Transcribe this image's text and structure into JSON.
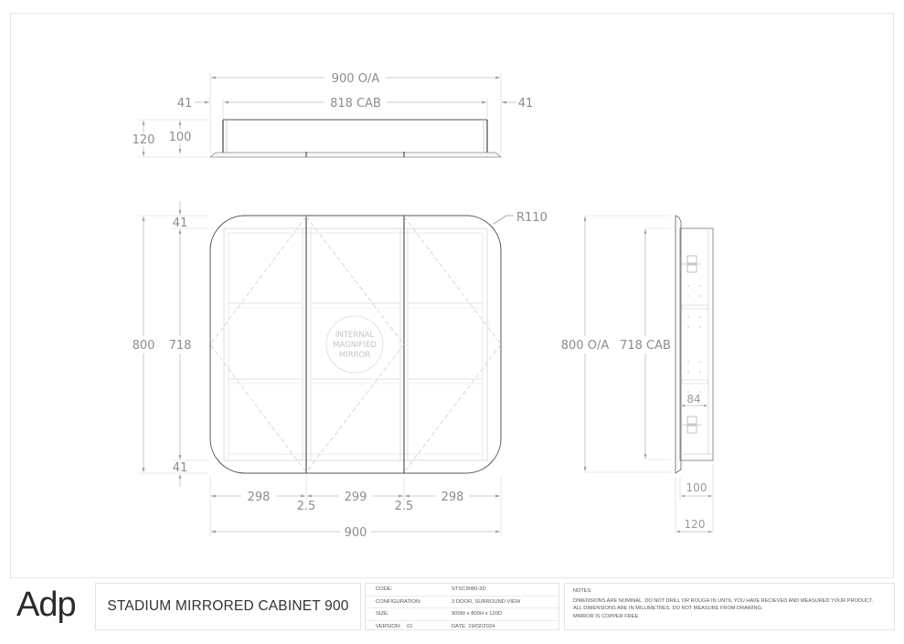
{
  "brand": {
    "logo_text": "Adp"
  },
  "title_block": {
    "title": "STADIUM MIRRORED CABINET 900",
    "info": {
      "code_label": "CODE:",
      "code_value": "STSC9080-3D",
      "configuration_label": "CONFIGURATION:",
      "configuration_value": "3 DOOR, SURROUND VIEW",
      "size_label": "SIZE:",
      "size_value": "900W x 800H x 120D",
      "version_label": "VERSION:",
      "version_value": "01",
      "date_label": "DATE:",
      "date_value": "19/02/2024"
    },
    "notes": {
      "heading": "NOTES:",
      "lines": [
        "DIMENSIONS ARE NOMINAL. DO NOT DRILL OR ROUGH IN UNTIL YOU HAVE RECIEVED AND MEASURED YOUR PRODUCT.",
        "ALL DIMENSIONS ARE IN MILLIMETRES. DO NOT MEASURE FROM DRAWING.",
        "MIRROR IS COPPER FREE."
      ]
    }
  },
  "drawing": {
    "colors": {
      "line": "#444444",
      "light_line": "#cfcfcf",
      "dim_line": "#bdbdbd",
      "dim_text": "#8c8c8c",
      "frame": "#e6e6e6"
    },
    "plan_view": {
      "overall_width": "900 O/A",
      "cabinet_width": "818 CAB",
      "left_offset": "41",
      "right_offset": "41",
      "overall_depth": "120",
      "cabinet_depth": "100"
    },
    "front_view": {
      "overall_height": "800",
      "cabinet_height": "718",
      "top_offset": "41",
      "bottom_offset": "41",
      "corner_radius": "R110",
      "door_widths": [
        "298",
        "299",
        "298"
      ],
      "door_gaps": [
        "2.5",
        "2.5"
      ],
      "overall_width": "900",
      "mirror_label": [
        "INTERNAL",
        "MAGNIFIED",
        "MIRROR"
      ]
    },
    "side_view": {
      "overall_height": "800 O/A",
      "cabinet_height": "718 CAB",
      "inner_depth": "84",
      "cabinet_depth": "100",
      "overall_depth": "120"
    }
  }
}
